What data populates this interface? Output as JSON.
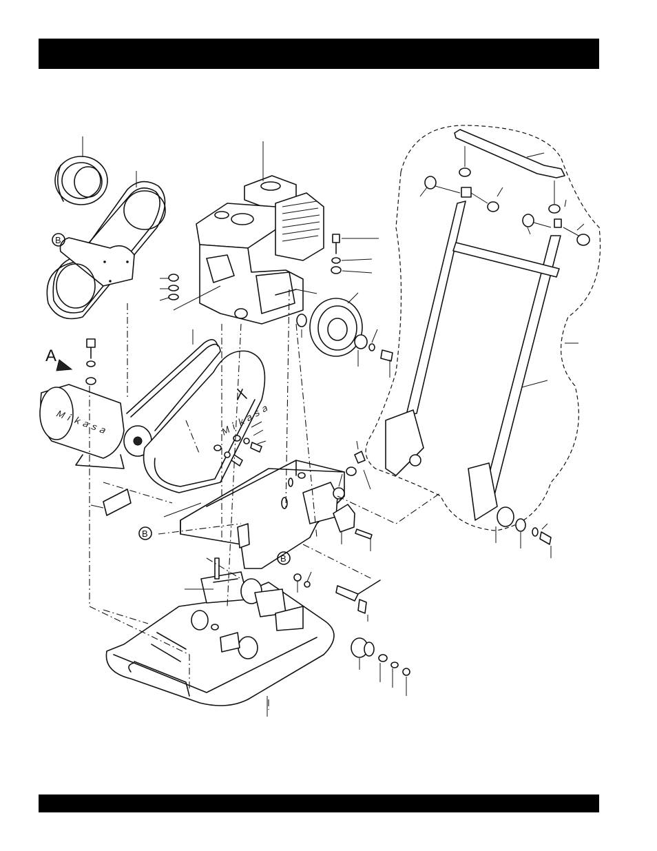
{
  "header": {
    "title": ""
  },
  "footer": {
    "text": ""
  },
  "callouts": {
    "view_a": "A",
    "ref_b_left": "B",
    "ref_b_mid": "B",
    "ref_b_bottom": "B"
  }
}
